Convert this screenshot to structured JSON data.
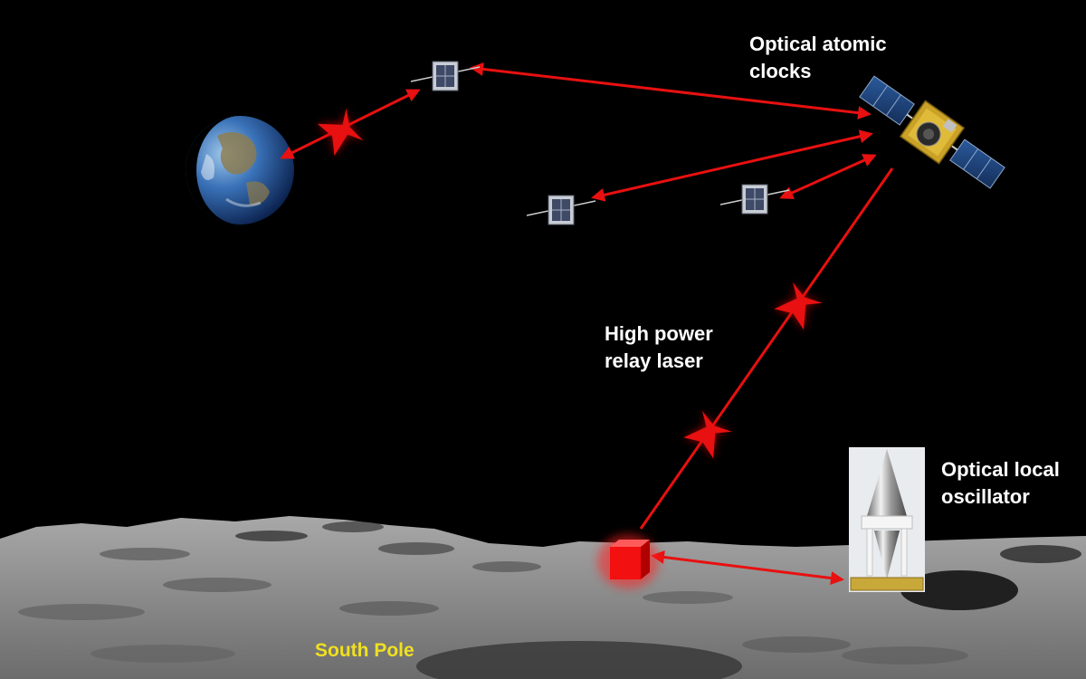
{
  "labels": {
    "optical_clocks": {
      "line1": "Optical atomic",
      "line2": "clocks"
    },
    "relay_laser": {
      "line1": "High power",
      "line2": "relay laser"
    },
    "local_oscillator": {
      "line1": "Optical local",
      "line2": "oscillator"
    },
    "south_pole": "South Pole"
  },
  "colors": {
    "laser": "#e81010",
    "label_text": "#ffffff",
    "south_pole_label": "#f0e020",
    "sky": "#000000",
    "lunar_surface": "#8a8a8a"
  },
  "nodes": [
    {
      "id": "earth",
      "icon": "earth-icon"
    },
    {
      "id": "cubesat-top",
      "icon": "cubesat-icon"
    },
    {
      "id": "cubesat-left",
      "icon": "cubesat-icon"
    },
    {
      "id": "cubesat-right",
      "icon": "cubesat-icon"
    },
    {
      "id": "clock-satellite",
      "icon": "satellite-icon"
    },
    {
      "id": "relay-laser-box",
      "icon": "laser-box-icon"
    },
    {
      "id": "local-oscillator",
      "icon": "oscillator-icon"
    }
  ],
  "links": [
    {
      "from": "cubesat-top",
      "to": "earth",
      "style": "double-arrow"
    },
    {
      "from": "clock-satellite",
      "to": "cubesat-top",
      "style": "double-arrow"
    },
    {
      "from": "clock-satellite",
      "to": "cubesat-left",
      "style": "double-arrow"
    },
    {
      "from": "clock-satellite",
      "to": "cubesat-right",
      "style": "double-arrow"
    },
    {
      "from": "clock-satellite",
      "to": "relay-laser-box",
      "style": "beam"
    },
    {
      "from": "relay-laser-box",
      "to": "local-oscillator",
      "style": "double-arrow"
    }
  ]
}
